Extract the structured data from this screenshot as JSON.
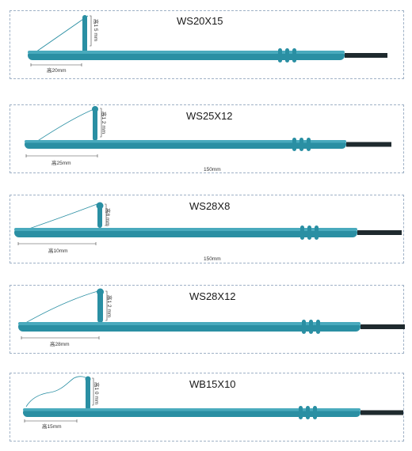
{
  "products": [
    {
      "model": "WS20X15",
      "height_label": "高1 5 mm",
      "width_label": "高20mm",
      "length_label": ""
    },
    {
      "model": "WS25X12",
      "height_label": "高1 2 mm",
      "width_label": "高25mm",
      "length_label": "150mm"
    },
    {
      "model": "WS28X8",
      "height_label": "高8 mm",
      "width_label": "高10mm",
      "length_label": "150mm"
    },
    {
      "model": "WS28X12",
      "height_label": "高1 2 mm",
      "width_label": "高28mm",
      "length_label": ""
    },
    {
      "model": "WB15X10",
      "height_label": "高1 0 mm",
      "width_label": "高15mm",
      "length_label": ""
    }
  ],
  "colors": {
    "shaft": "#2a8fa3",
    "shaft_light": "#49aabd",
    "tip": "#1f2a2e",
    "border": "#9fb1c6"
  }
}
